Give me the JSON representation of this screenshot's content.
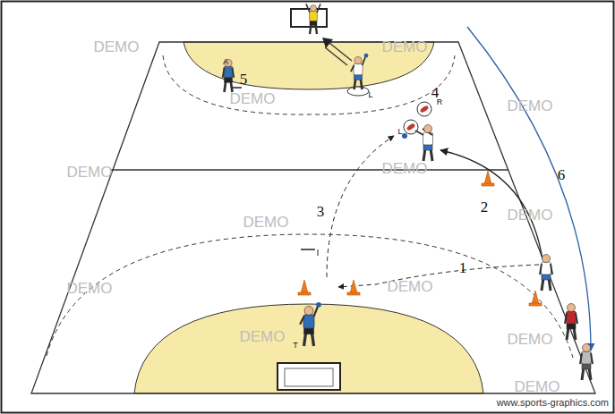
{
  "diagram": {
    "labels": [
      "DEMO",
      "DEMO",
      "A",
      "5",
      "DEMO",
      "L",
      "4",
      "R",
      "DEMO",
      "L",
      "DEMO",
      "DEMO",
      "6",
      "2",
      "DEMO",
      "DEMO",
      "3",
      "1",
      "DEMO",
      "DEMO",
      "DEMO",
      "T",
      "DEMO",
      "DEMO",
      "www.sports-graphics.com"
    ]
  }
}
